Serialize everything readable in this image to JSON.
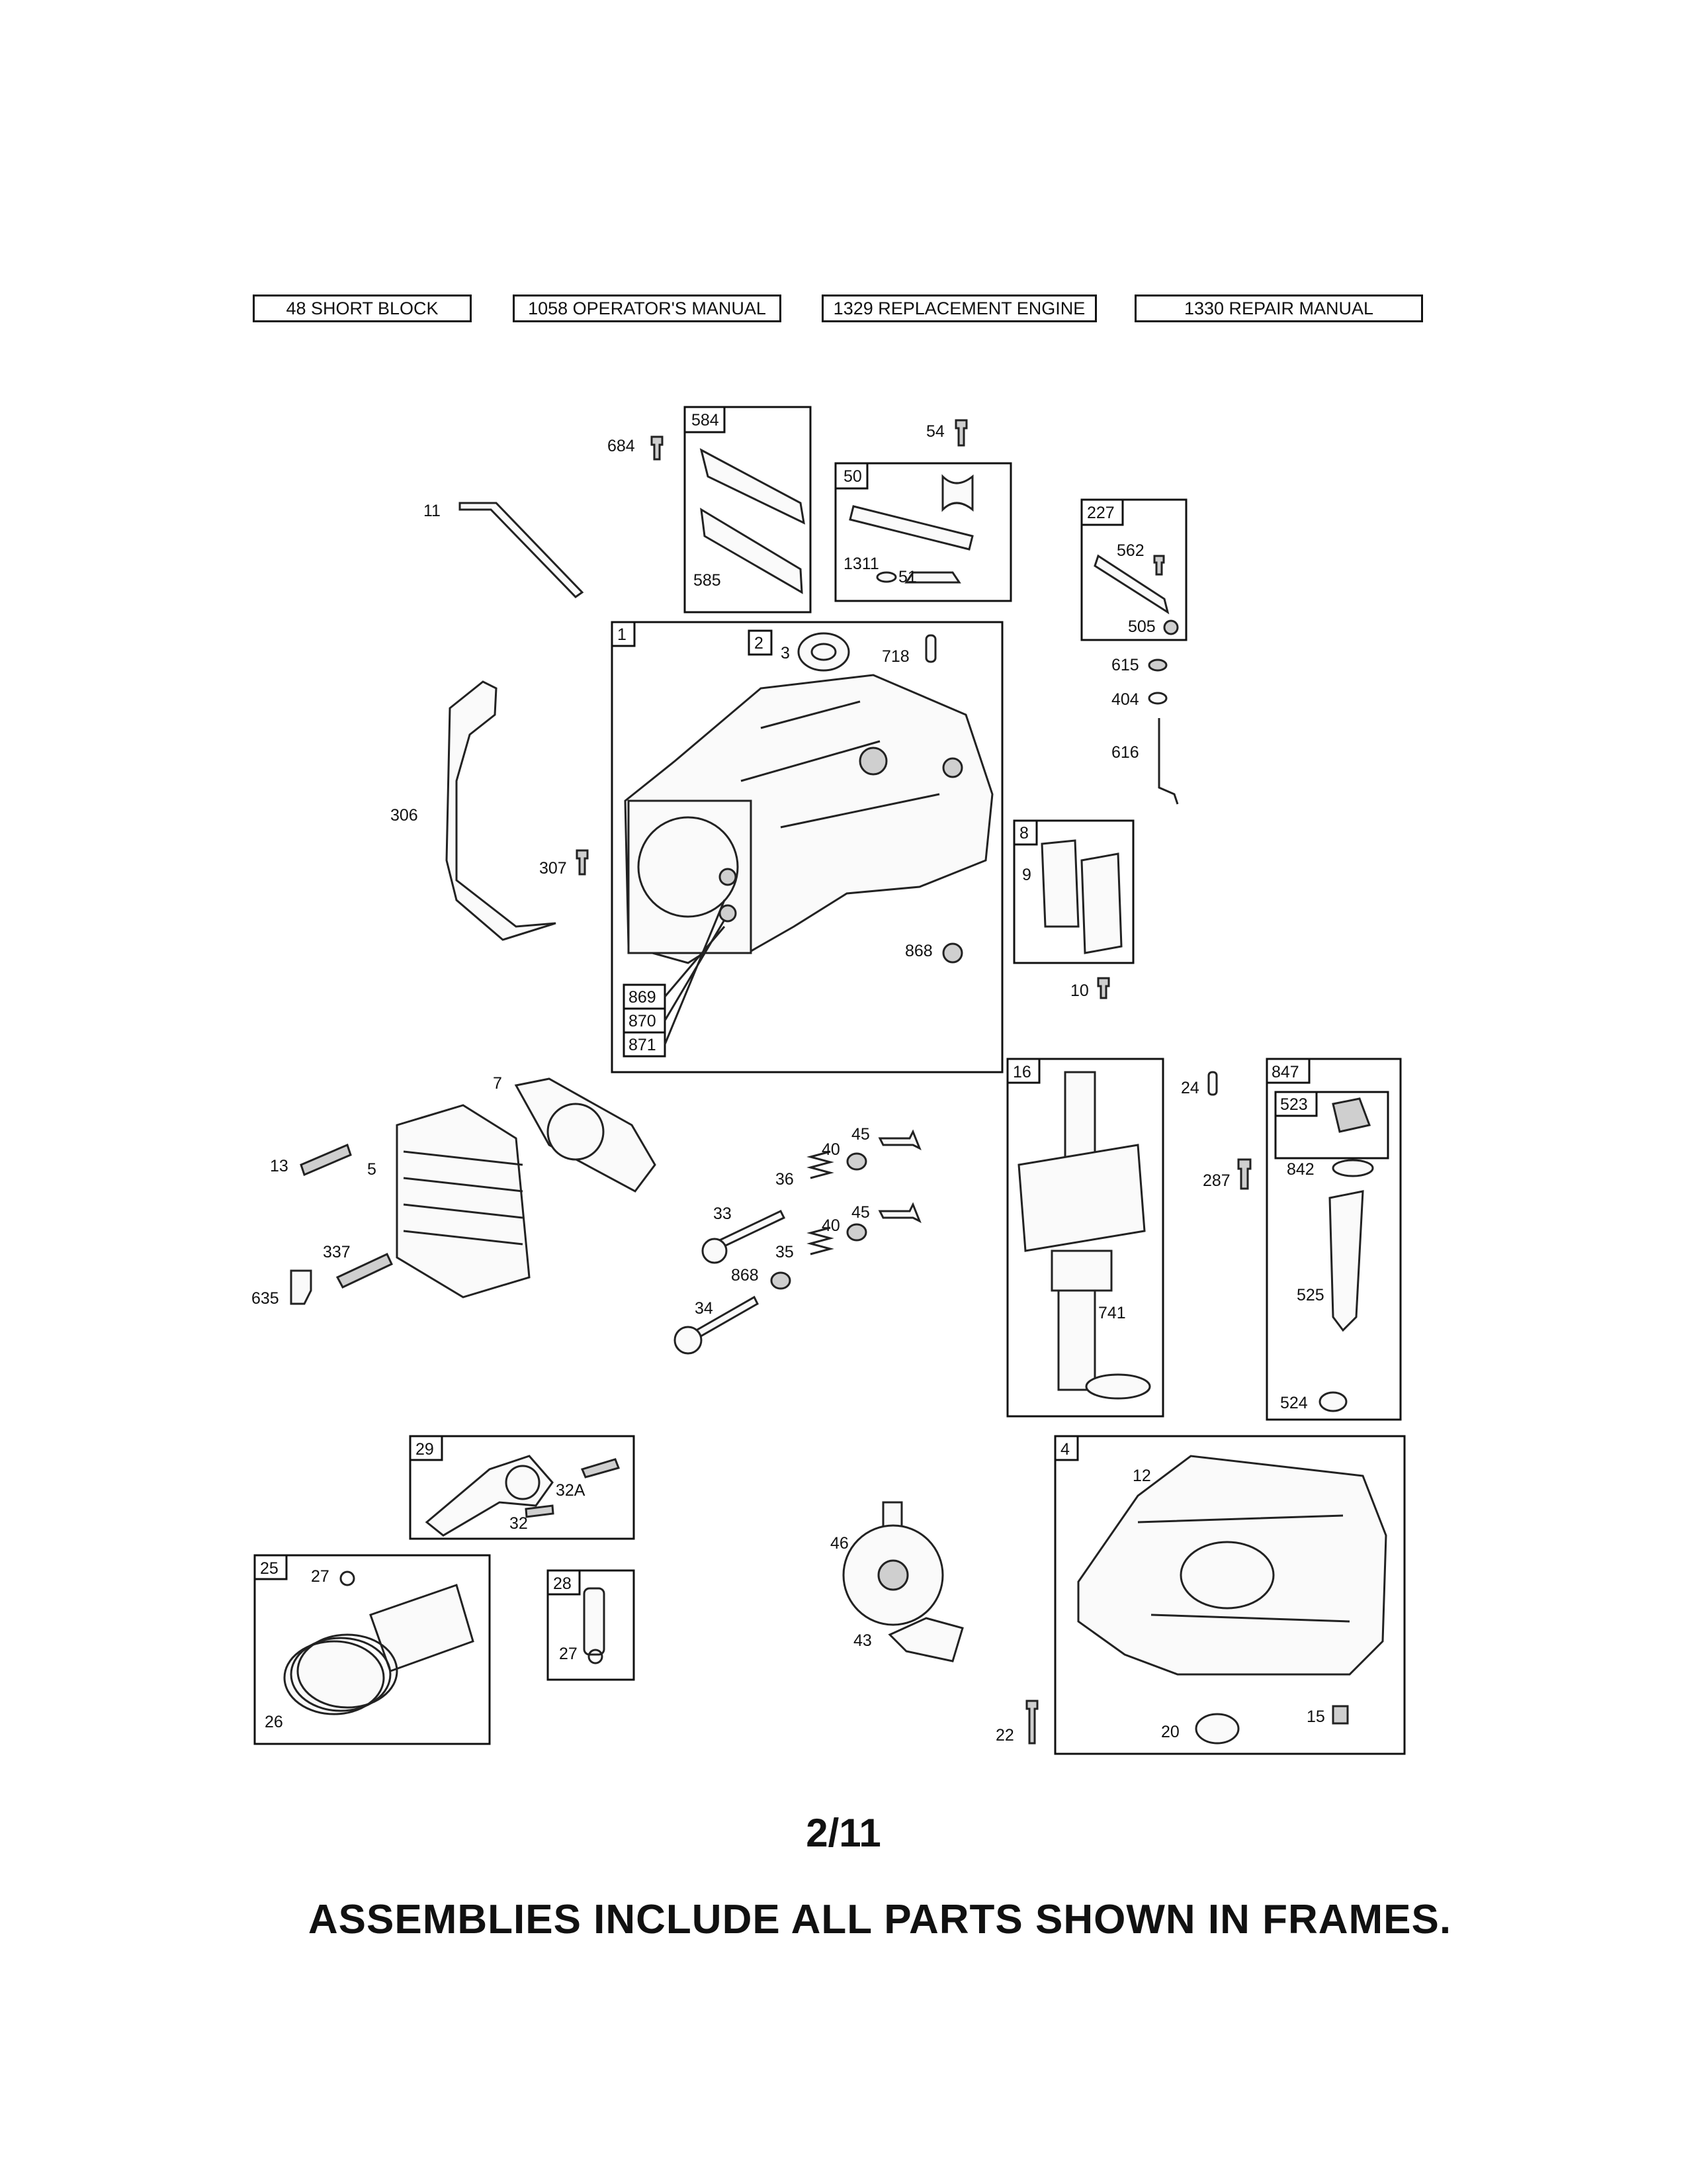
{
  "header": {
    "links": [
      {
        "label": "48 SHORT BLOCK"
      },
      {
        "label": "1058 OPERATOR'S MANUAL"
      },
      {
        "label": "1329 REPLACEMENT ENGINE"
      },
      {
        "label": "1330 REPAIR MANUAL"
      }
    ]
  },
  "frames": {
    "f584": "584",
    "f50": "50",
    "f227": "227",
    "f1": "1",
    "f2": "2",
    "f8": "8",
    "f869": "869",
    "f870": "870",
    "f871": "871",
    "f16": "16",
    "f847": "847",
    "f523": "523",
    "f29": "29",
    "f25": "25",
    "f28": "28",
    "f4": "4"
  },
  "labels": {
    "l684": "684",
    "l585": "585",
    "l54": "54",
    "l1311": "1311",
    "l51": "51",
    "l11": "11",
    "l562": "562",
    "l505": "505",
    "l615": "615",
    "l404": "404",
    "l616": "616",
    "l3": "3",
    "l718": "718",
    "l306": "306",
    "l307": "307",
    "l9": "9",
    "l10": "10",
    "l868a": "868",
    "l7": "7",
    "l13": "13",
    "l5": "5",
    "l337": "337",
    "l635": "635",
    "l36": "36",
    "l40a": "40",
    "l45a": "45",
    "l33": "33",
    "l35": "35",
    "l40b": "40",
    "l45b": "45",
    "l868b": "868",
    "l34": "34",
    "l741": "741",
    "l24": "24",
    "l287": "287",
    "l842": "842",
    "l525": "525",
    "l524": "524",
    "l32A": "32A",
    "l32": "32",
    "l27a": "27",
    "l26": "26",
    "l27b": "27",
    "l46": "46",
    "l43": "43",
    "l12": "12",
    "l22": "22",
    "l20": "20",
    "l15": "15"
  },
  "page_number": "2/11",
  "footer_note": "ASSEMBLIES INCLUDE ALL PARTS SHOWN IN FRAMES."
}
